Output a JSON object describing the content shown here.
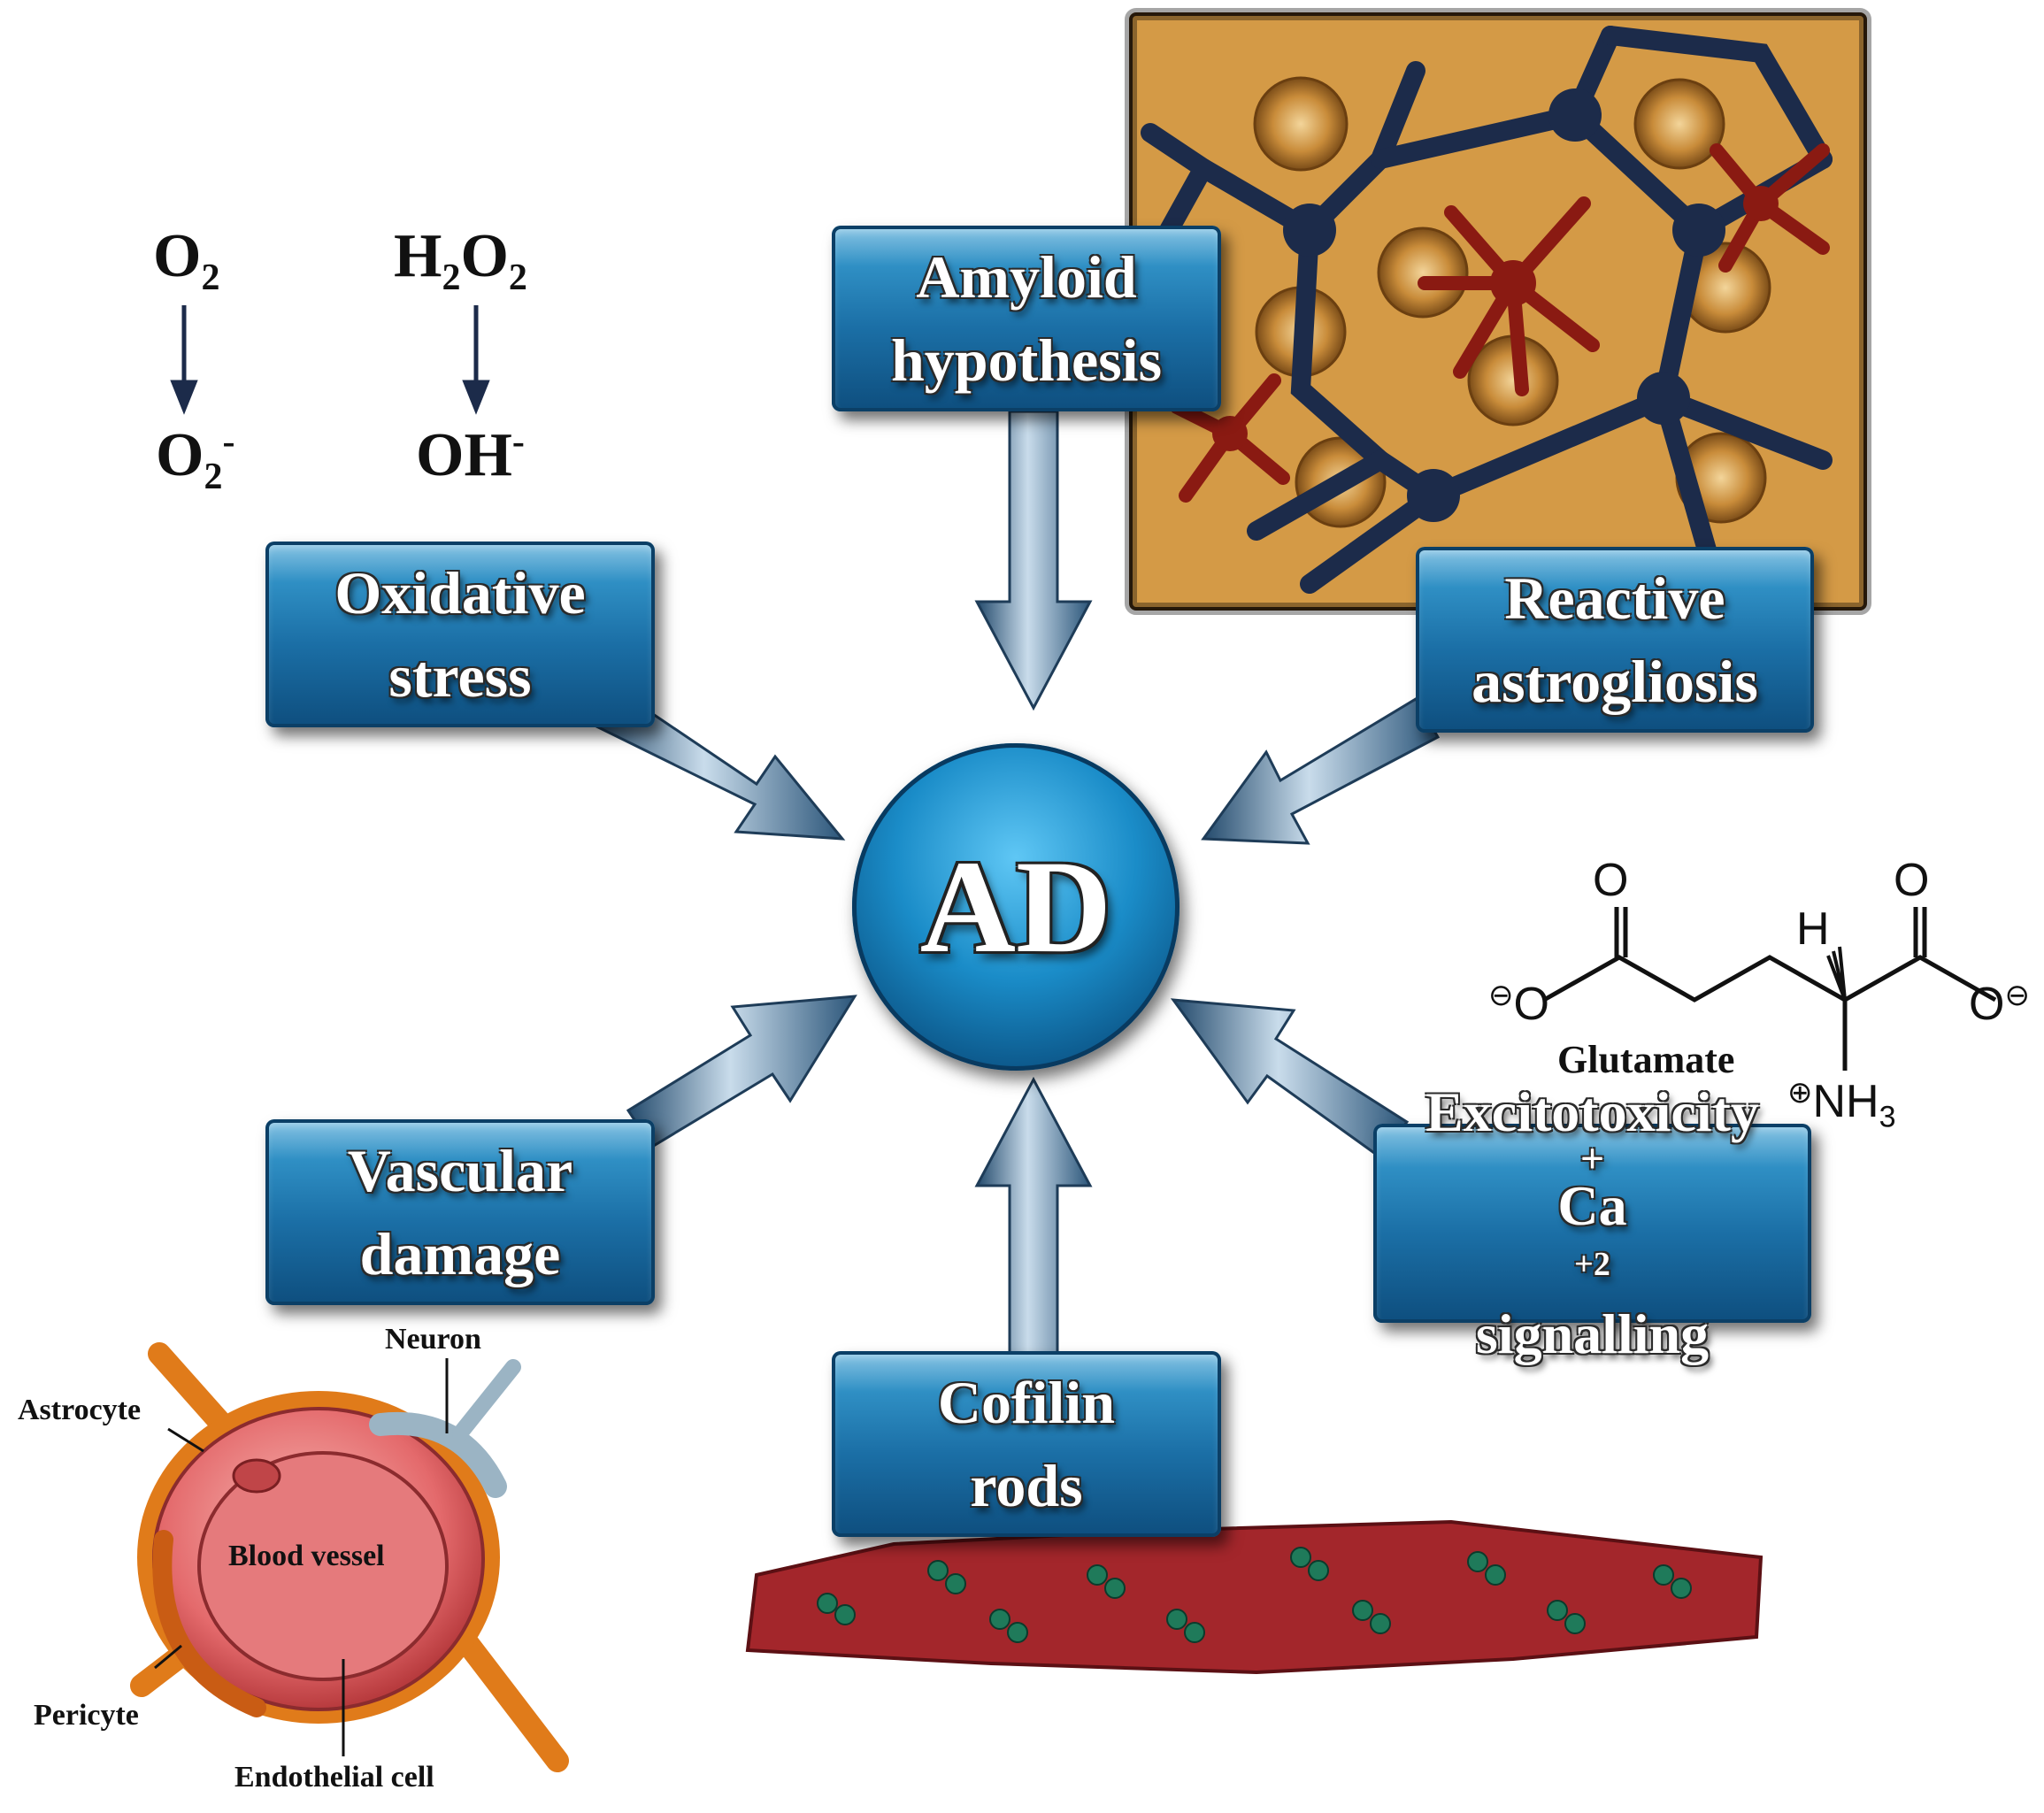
{
  "center": {
    "label": "AD"
  },
  "boxes": {
    "amyloid": {
      "line1": "Amyloid",
      "line2": "hypothesis"
    },
    "oxidative": {
      "line1": "Oxidative",
      "line2": "stress"
    },
    "astrogliosis": {
      "line1": "Reactive",
      "line2": "astrogliosis"
    },
    "vascular": {
      "line1": "Vascular",
      "line2": "damage"
    },
    "excitotoxicity": {
      "line1": "Excitotoxicity",
      "plus": "+",
      "line2_pre": "Ca",
      "line2_sup": "+2",
      "line2_post": " signalling"
    },
    "cofilin": {
      "line1": "Cofilin",
      "line2": "rods"
    }
  },
  "ros": {
    "o2": {
      "base": "O",
      "sub": "2"
    },
    "superoxide": {
      "base": "O",
      "sub": "2",
      "sup": "-"
    },
    "h2o2": {
      "a": "H",
      "sub1": "2",
      "b": "O",
      "sub2": "2"
    },
    "hydroxyl": {
      "base": "OH",
      "sup": "-"
    }
  },
  "glutamate": {
    "name": "Glutamate",
    "atom_o": "O",
    "atom_h": "H",
    "charge_neg": "⊖",
    "amine_charge": "⊕",
    "amine": "NH",
    "amine_sub": "3"
  },
  "vessel": {
    "neuron": "Neuron",
    "astrocyte": "Astrocyte",
    "blood_vessel": "Blood vessel",
    "pericyte": "Pericyte",
    "endothelial": "Endothelial cell"
  },
  "colors": {
    "box_blue": "#1b6fa6",
    "arrow_blue": "#3f6a8f",
    "astro_bg": "#d49a46",
    "astro_cell": "#1c2b4a",
    "reactive_cell": "#8a1a12",
    "vessel_red": "#e8777a",
    "astrocyte_orange": "#e07b1a",
    "neuron_grey": "#9bb4c4",
    "rod_red": "#a3262b",
    "rod_bead": "#1f7a5a"
  }
}
